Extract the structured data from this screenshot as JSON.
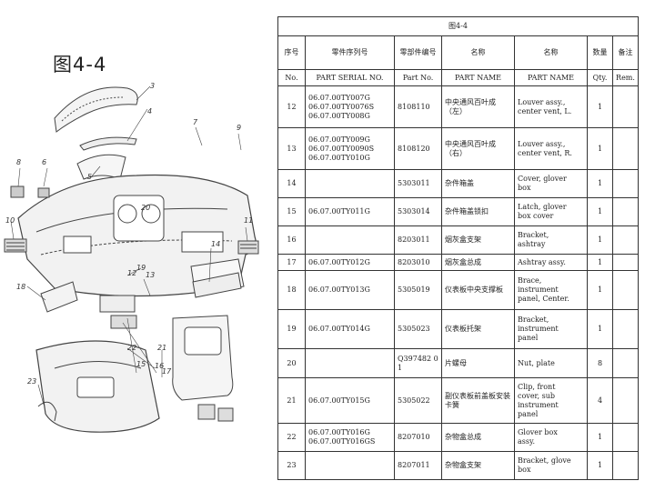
{
  "figure_label": "图4-4",
  "table": {
    "caption": "图4-4",
    "header_cn": [
      "序号",
      "零件序列号",
      "零部件编号",
      "名称",
      "名称",
      "数量",
      "备注"
    ],
    "header_en": [
      "No.",
      "PART SERIAL NO.",
      "Part No.",
      "PART NAME",
      "PART NAME",
      "Qty.",
      "Rem."
    ],
    "rows": [
      {
        "no": "12",
        "serial": [
          "06.07.00TY007G",
          "06.07.00TY0076S",
          "06.07.00TY008G"
        ],
        "part": "8108110",
        "cn": "中央通风百叶成（左）",
        "en": [
          "Louver assy.,",
          "center vent, L."
        ],
        "qty": "1",
        "rem": ""
      },
      {
        "no": "13",
        "serial": [
          "06.07.00TY009G",
          "06.07.00TY0090S",
          "06.07.00TY010G"
        ],
        "part": "8108120",
        "cn": "中央通风百叶成（右）",
        "en": [
          "Louver assy.,",
          "center vent, R."
        ],
        "qty": "1",
        "rem": ""
      },
      {
        "no": "14",
        "serial": [],
        "part": "5303011",
        "cn": "杂件箱盖",
        "en": [
          "Cover, glover",
          "box"
        ],
        "qty": "1",
        "rem": ""
      },
      {
        "no": "15",
        "serial": [
          "06.07.00TY011G"
        ],
        "part": "5303014",
        "cn": "杂件箱盖锁扣",
        "en": [
          "Latch, glover",
          "box cover"
        ],
        "qty": "1",
        "rem": ""
      },
      {
        "no": "16",
        "serial": [],
        "part": "8203011",
        "cn": "烟灰盒支架",
        "en": [
          "Bracket,",
          "ashtray"
        ],
        "qty": "1",
        "rem": ""
      },
      {
        "no": "17",
        "serial": [
          "06.07.00TY012G"
        ],
        "part": "8203010",
        "cn": "烟灰盒总成",
        "en": [
          "Ashtray assy."
        ],
        "qty": "1",
        "rem": ""
      },
      {
        "no": "18",
        "serial": [
          "06.07.00TY013G"
        ],
        "part": "5305019",
        "cn": "仪表板中央支撑板",
        "en": [
          "Brace,",
          "instrument",
          "panel, Center."
        ],
        "qty": "1",
        "rem": ""
      },
      {
        "no": "19",
        "serial": [
          "06.07.00TY014G"
        ],
        "part": "5305023",
        "cn": "仪表板托架",
        "en": [
          "Bracket,",
          "instrument",
          "panel"
        ],
        "qty": "1",
        "rem": ""
      },
      {
        "no": "20",
        "serial": [],
        "part": "Q397482 01",
        "cn": "片螺母",
        "en": [
          "Nut, plate"
        ],
        "qty": "8",
        "rem": ""
      },
      {
        "no": "21",
        "serial": [
          "06.07.00TY015G"
        ],
        "part": "5305022",
        "cn": "副仪表板前盖板安装卡簧",
        "en": [
          "Clip, front",
          "cover, sub",
          "instrument",
          "panel"
        ],
        "qty": "4",
        "rem": ""
      },
      {
        "no": "22",
        "serial": [
          "06.07.00TY016G",
          "06.07.00TY016GS"
        ],
        "part": "8207010",
        "cn": "杂物盒总成",
        "en": [
          "Glover box",
          "assy."
        ],
        "qty": "1",
        "rem": ""
      },
      {
        "no": "23",
        "serial": [],
        "part": "8207011",
        "cn": "杂物盒支架",
        "en": [
          "Bracket, glove",
          "box"
        ],
        "qty": "1",
        "rem": ""
      }
    ]
  },
  "callouts": [
    "3",
    "4",
    "5",
    "6",
    "7",
    "8",
    "9",
    "10",
    "11",
    "12",
    "13",
    "14",
    "15",
    "16",
    "17",
    "18",
    "19",
    "20",
    "21",
    "22",
    "23"
  ]
}
